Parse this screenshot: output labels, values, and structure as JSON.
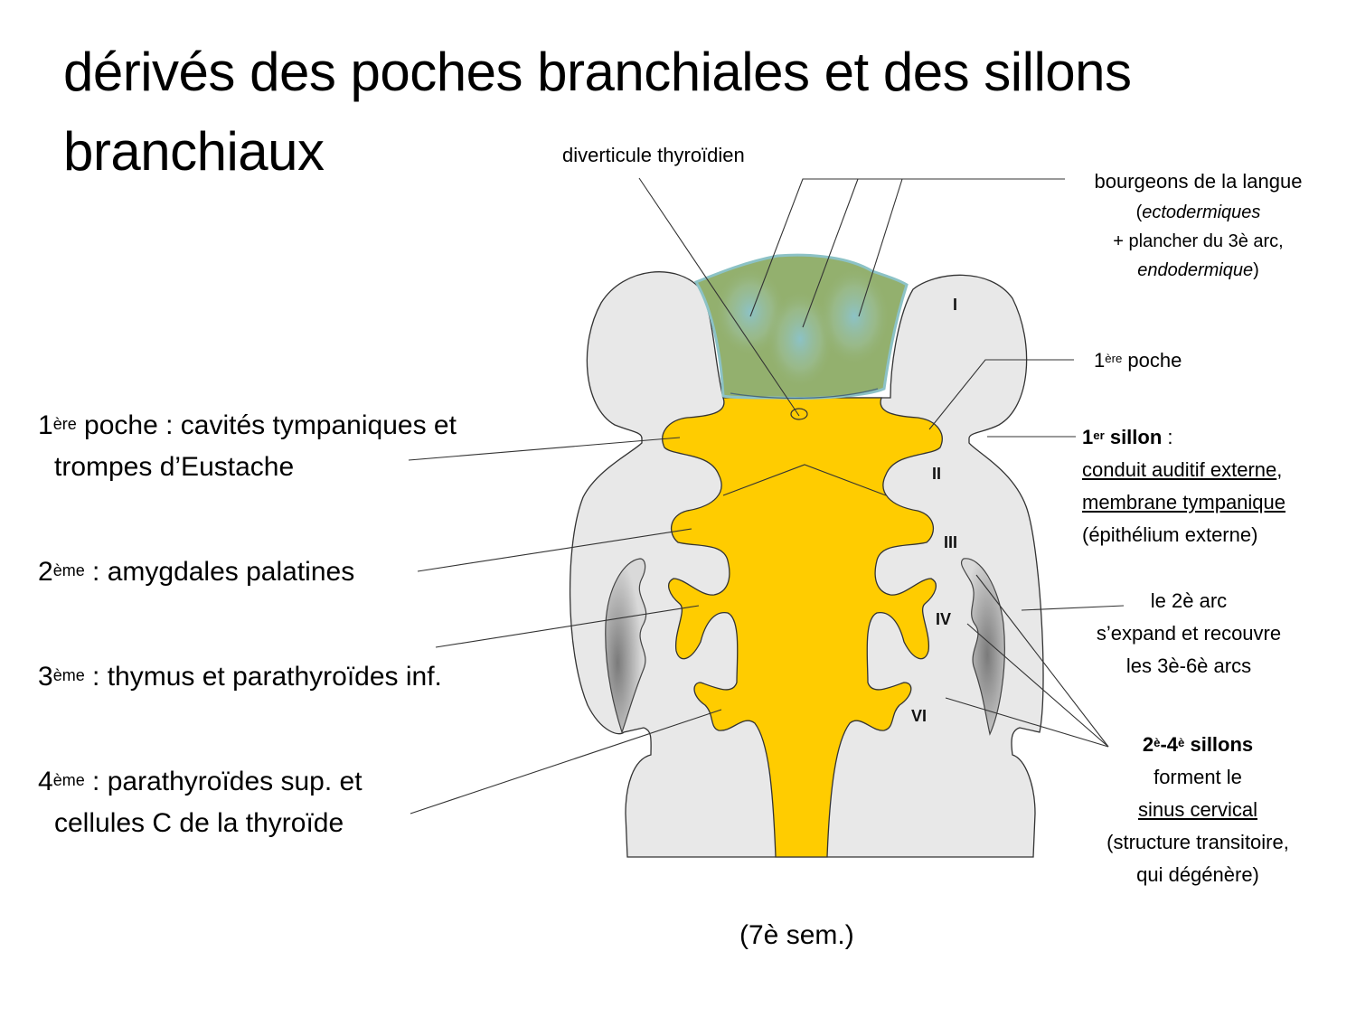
{
  "title": "dérivés des poches branchiales et des sillons branchiaux",
  "left_labels": [
    {
      "num": "1",
      "sup": "ère",
      "line1": " poche : cavités tympaniques et",
      "line2": "trompes d’Eustache"
    },
    {
      "num": "2",
      "sup": "ème",
      "line1": " : amygdales palatines"
    },
    {
      "num": "3",
      "sup": "ème",
      "line1": " : thymus et parathyroïdes inf."
    },
    {
      "num": "4",
      "sup": "ème",
      "line1": " : parathyroïdes sup. et",
      "line2": "cellules C de la thyroïde"
    }
  ],
  "top_labels": {
    "thyroid": "diverticule thyroïdien",
    "tongue_buds": {
      "title": "bourgeons de la langue",
      "open": "(",
      "ecto": "ectodermiques",
      "line3": "+ plancher du 3è arc,",
      "endo": "endodermique",
      "close": ")"
    }
  },
  "right_labels": {
    "first_pouch": {
      "num": "1",
      "sup": "ère",
      "text": " poche"
    },
    "first_groove": {
      "num": "1",
      "sup": "er",
      "title": " sillon",
      "colon": " :",
      "item1": "conduit auditif externe",
      "comma": ",",
      "item2": "membrane tympanique",
      "item3": "(épithélium externe)"
    },
    "second_arch": {
      "line1": "le 2è arc",
      "line2": "s’expand et recouvre",
      "line3": "les 3è-6è arcs"
    },
    "grooves_2_4": {
      "num1": "2",
      "sup1": "è",
      "dash": "-",
      "num2": "4",
      "sup2": "è",
      "title": " sillons",
      "line2": "forment le",
      "line3": "sinus cervical",
      "line4": "(structure transitoire,",
      "line5": "qui dégénère)"
    }
  },
  "arch_numerals": [
    "I",
    "II",
    "III",
    "IV",
    "VI"
  ],
  "caption": "(7è sem.)",
  "colors": {
    "mesenchyme": "#e8e8e8",
    "endoderm": "#ffcc00",
    "tongue": "#93b06e",
    "tongue_bud": "#8cc2c6",
    "outline": "#333333",
    "sinus_dark": "#8a8a8a"
  }
}
